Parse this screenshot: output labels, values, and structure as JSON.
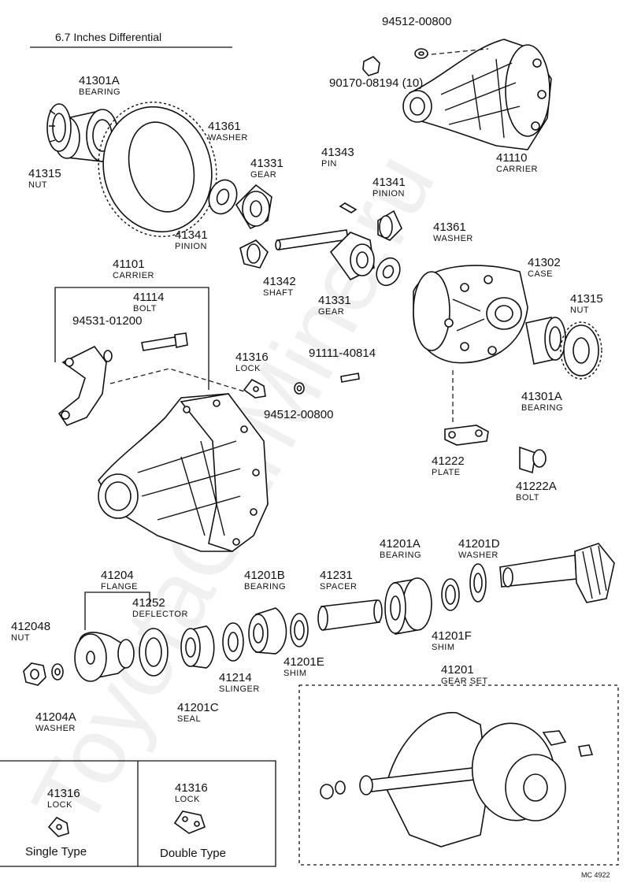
{
  "title": "6.7 Inches Differential",
  "watermark": "ToyotaCarMine.ru",
  "footer_code": "MC 4922",
  "callouts": [
    {
      "id": "c_94512_top",
      "part_no": "94512-00800",
      "name": ""
    },
    {
      "id": "c_90170",
      "part_no": "90170-08194 (10)",
      "name": ""
    },
    {
      "id": "c_41110",
      "part_no": "41110",
      "name": "CARRIER"
    },
    {
      "id": "c_41301A_top",
      "part_no": "41301A",
      "name": "BEARING"
    },
    {
      "id": "c_41315_left",
      "part_no": "41315",
      "name": "NUT"
    },
    {
      "id": "c_41361_left",
      "part_no": "41361",
      "name": "WASHER"
    },
    {
      "id": "c_41331_top",
      "part_no": "41331",
      "name": "GEAR"
    },
    {
      "id": "c_41343",
      "part_no": "41343",
      "name": "PIN"
    },
    {
      "id": "c_41341_right",
      "part_no": "41341",
      "name": "PINION"
    },
    {
      "id": "c_41341_left",
      "part_no": "41341",
      "name": "PINION"
    },
    {
      "id": "c_41361_right",
      "part_no": "41361",
      "name": "WASHER"
    },
    {
      "id": "c_41342",
      "part_no": "41342",
      "name": "SHAFT"
    },
    {
      "id": "c_41331_bottom",
      "part_no": "41331",
      "name": "GEAR"
    },
    {
      "id": "c_41302",
      "part_no": "41302",
      "name": "CASE"
    },
    {
      "id": "c_41101",
      "part_no": "41101",
      "name": "CARRIER"
    },
    {
      "id": "c_41114",
      "part_no": "41114",
      "name": "BOLT"
    },
    {
      "id": "c_94531",
      "part_no": "94531-01200",
      "name": ""
    },
    {
      "id": "c_41316_mid",
      "part_no": "41316",
      "name": "LOCK"
    },
    {
      "id": "c_91111",
      "part_no": "91111-40814",
      "name": ""
    },
    {
      "id": "c_94512_mid",
      "part_no": "94512-00800",
      "name": ""
    },
    {
      "id": "c_41315_right",
      "part_no": "41315",
      "name": "NUT"
    },
    {
      "id": "c_41301A_right",
      "part_no": "41301A",
      "name": "BEARING"
    },
    {
      "id": "c_41222",
      "part_no": "41222",
      "name": "PLATE"
    },
    {
      "id": "c_41222A",
      "part_no": "41222A",
      "name": "BOLT"
    },
    {
      "id": "c_41201A",
      "part_no": "41201A",
      "name": "BEARING"
    },
    {
      "id": "c_41201D",
      "part_no": "41201D",
      "name": "WASHER"
    },
    {
      "id": "c_41204",
      "part_no": "41204",
      "name": "FLANGE"
    },
    {
      "id": "c_41252",
      "part_no": "41252",
      "name": "DEFLECTOR"
    },
    {
      "id": "c_41201B",
      "part_no": "41201B",
      "name": "BEARING"
    },
    {
      "id": "c_41231",
      "part_no": "41231",
      "name": "SPACER"
    },
    {
      "id": "c_41201F",
      "part_no": "41201F",
      "name": "SHIM"
    },
    {
      "id": "c_412048",
      "part_no": "412048",
      "name": "NUT"
    },
    {
      "id": "c_41214",
      "part_no": "41214",
      "name": "SLINGER"
    },
    {
      "id": "c_41201E",
      "part_no": "41201E",
      "name": "SHIM"
    },
    {
      "id": "c_41201C",
      "part_no": "41201C",
      "name": "SEAL"
    },
    {
      "id": "c_41204A",
      "part_no": "41204A",
      "name": "WASHER"
    },
    {
      "id": "c_41201",
      "part_no": "41201",
      "name": "GEAR SET"
    },
    {
      "id": "c_41316_single",
      "part_no": "41316",
      "name": "LOCK"
    },
    {
      "id": "c_41316_double",
      "part_no": "41316",
      "name": "LOCK"
    }
  ],
  "legend": {
    "single_type": "Single Type",
    "double_type": "Double Type"
  }
}
